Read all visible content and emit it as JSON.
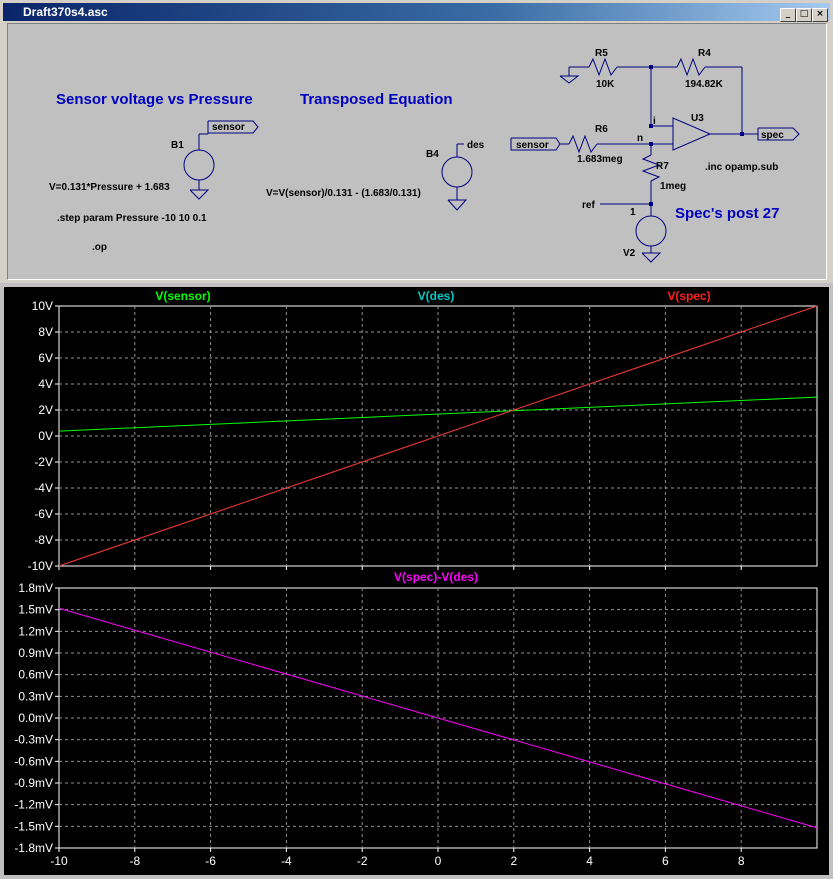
{
  "window": {
    "title": "Draft370s4.asc",
    "minimize": "_",
    "maximize": "□",
    "close": "×"
  },
  "schematic": {
    "heading1": "Sensor voltage vs Pressure",
    "heading2": "Transposed Equation",
    "post_note": "Spec's post 27",
    "b1": {
      "ref": "B1",
      "expr": "V=0.131*Pressure + 1.683",
      "net": "sensor"
    },
    "step_directive": ".step param Pressure -10 10 0.1",
    "op_directive": ".op",
    "b4": {
      "ref": "B4",
      "expr": "V=V(sensor)/0.131 - (1.683/0.131)",
      "net": "des"
    },
    "r5": {
      "ref": "R5",
      "value": "10K"
    },
    "r4": {
      "ref": "R4",
      "value": "194.82K"
    },
    "u3": {
      "ref": "U3",
      "plus": "+",
      "minus": "−"
    },
    "r6": {
      "ref": "R6",
      "value": "1.683meg"
    },
    "r7": {
      "ref": "R7",
      "value": "1meg"
    },
    "v2": {
      "ref": "V2",
      "value": "1"
    },
    "net_sensor": "sensor",
    "net_spec": "spec",
    "node_i": "i",
    "node_n": "n",
    "node_ref": "ref",
    "inc_directive": ".inc opamp.sub"
  },
  "colors": {
    "sensor": "#00ff00",
    "des": "#00c8c8",
    "spec": "#ff2020",
    "diff": "#ff00ff",
    "grid": "#909090",
    "axis_text": "#ffffff",
    "plot_bg": "#000000",
    "wire": "#000080",
    "blue_text": "#0000c0"
  },
  "chart_data": [
    {
      "type": "line",
      "x_range": [
        -10,
        10
      ],
      "ylim": [
        -10,
        10
      ],
      "ytick_labels": [
        "10V",
        "8V",
        "6V",
        "4V",
        "2V",
        "0V",
        "-2V",
        "-4V",
        "-6V",
        "-8V",
        "-10V"
      ],
      "series": [
        {
          "name": "V(sensor)",
          "x": [
            -10,
            10
          ],
          "y": [
            0.373,
            2.993
          ]
        },
        {
          "name": "V(des)",
          "x": [
            -10,
            10
          ],
          "y": [
            -10,
            10
          ]
        },
        {
          "name": "V(spec)",
          "x": [
            -10,
            10
          ],
          "y": [
            -10,
            10
          ]
        }
      ],
      "grid": true
    },
    {
      "type": "line",
      "x_range": [
        -10,
        10
      ],
      "ylim": [
        -1.8,
        1.8
      ],
      "yunit": "mV",
      "ytick_labels": [
        "1.8mV",
        "1.5mV",
        "1.2mV",
        "0.9mV",
        "0.6mV",
        "0.3mV",
        "0.0mV",
        "-0.3mV",
        "-0.6mV",
        "-0.9mV",
        "-1.2mV",
        "-1.5mV",
        "-1.8mV"
      ],
      "xtick_labels": [
        "-10",
        "-8",
        "-6",
        "-4",
        "-2",
        "0",
        "2",
        "4",
        "6",
        "8"
      ],
      "series": [
        {
          "name": "V(spec)-V(des)",
          "x": [
            -10,
            10
          ],
          "y": [
            1.52,
            -1.52
          ]
        }
      ],
      "grid": true
    }
  ]
}
